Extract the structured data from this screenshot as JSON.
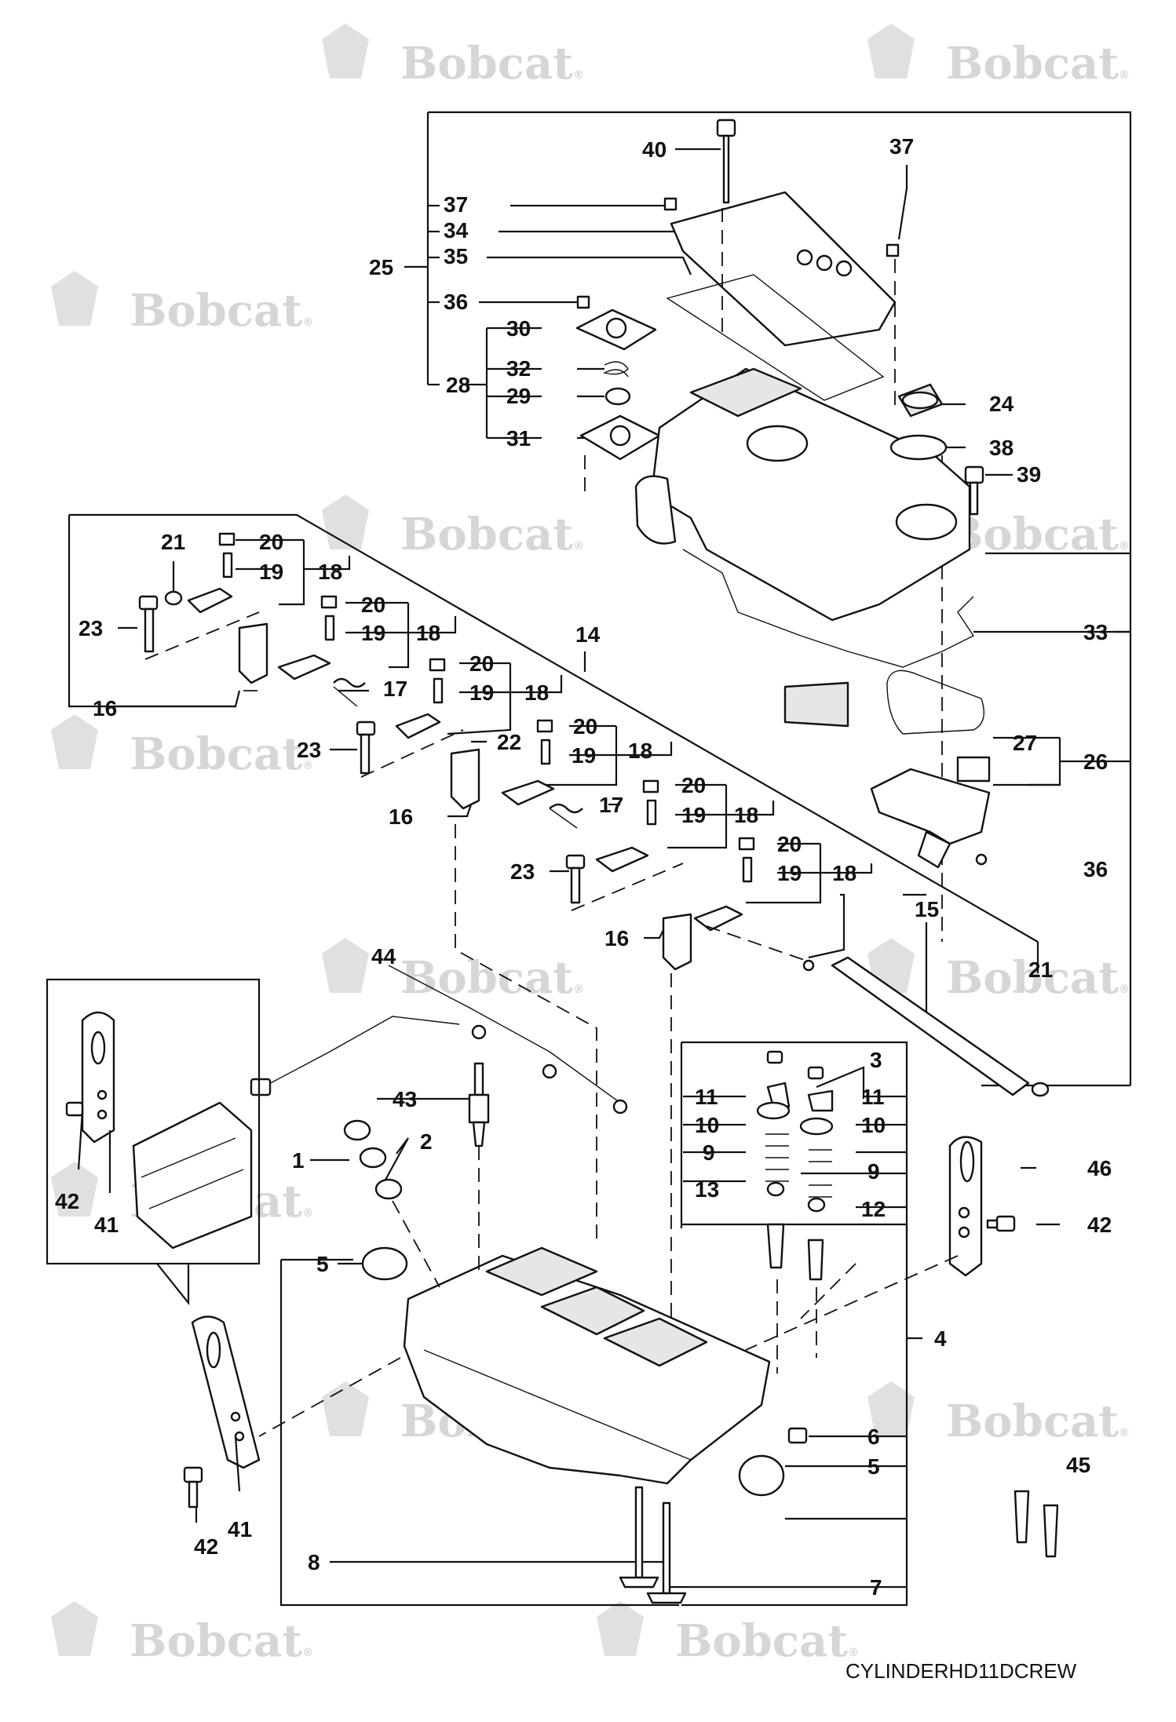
{
  "watermark": {
    "text": "Bobcat",
    "registered": "®"
  },
  "caption": "CYLINDERHD11DCREW",
  "callouts": {
    "c1": "1",
    "c2": "2",
    "c3": "3",
    "c4": "4",
    "c5a": "5",
    "c5b": "5",
    "c6": "6",
    "c7": "7",
    "c8": "8",
    "c9a": "9",
    "c9b": "9",
    "c10a": "10",
    "c10b": "10",
    "c11a": "11",
    "c11b": "11",
    "c12": "12",
    "c13": "13",
    "c14": "14",
    "c15": "15",
    "c16a": "16",
    "c16b": "16",
    "c16c": "16",
    "c17a": "17",
    "c17b": "17",
    "c18a": "18",
    "c18b": "18",
    "c18c": "18",
    "c18d": "18",
    "c18e": "18",
    "c18f": "18",
    "c19a": "19",
    "c19b": "19",
    "c19c": "19",
    "c19d": "19",
    "c19e": "19",
    "c19f": "19",
    "c20a": "20",
    "c20b": "20",
    "c20c": "20",
    "c20d": "20",
    "c20e": "20",
    "c20f": "20",
    "c21a": "21",
    "c21b": "21",
    "c22": "22",
    "c23a": "23",
    "c23b": "23",
    "c23c": "23",
    "c24": "24",
    "c25": "25",
    "c26": "26",
    "c27": "27",
    "c28": "28",
    "c29": "29",
    "c30": "30",
    "c31": "31",
    "c32": "32",
    "c33": "33",
    "c34": "34",
    "c35": "35",
    "c36a": "36",
    "c36b": "36",
    "c37a": "37",
    "c37b": "37",
    "c38": "38",
    "c39": "39",
    "c40": "40",
    "c41a": "41",
    "c41b": "41",
    "c42a": "42",
    "c42b": "42",
    "c42c": "42",
    "c43": "43",
    "c44": "44",
    "c45": "45",
    "c46": "46"
  }
}
